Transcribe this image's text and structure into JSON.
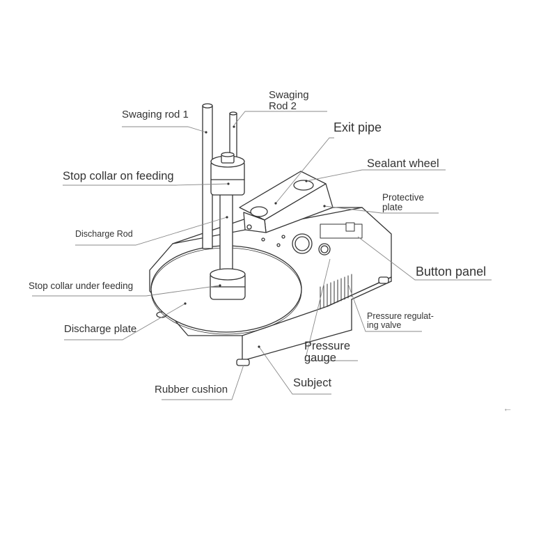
{
  "labels": {
    "swaging_rod_1": "Swaging rod 1",
    "swaging_rod_2_line1": "Swaging",
    "swaging_rod_2_line2": "Rod 2",
    "exit_pipe": "Exit pipe",
    "sealant_wheel": "Sealant wheel",
    "stop_collar_on_feeding": "Stop collar on feeding",
    "protective_plate_line1": "Protective",
    "protective_plate_line2": "plate",
    "discharge_rod": "Discharge Rod",
    "button_panel": "Button panel",
    "stop_collar_under_feeding": "Stop collar under feeding",
    "pressure_regulating_valve_line1": "Pressure regulat-",
    "pressure_regulating_valve_line2": "ing valve",
    "discharge_plate": "Discharge plate",
    "pressure_gauge_line1": "Pressure",
    "pressure_gauge_line2": "gauge",
    "subject": "Subject",
    "rubber_cushion": "Rubber cushion"
  },
  "nav": {
    "back_icon": "arrow-left-icon",
    "back_glyph": "←"
  }
}
